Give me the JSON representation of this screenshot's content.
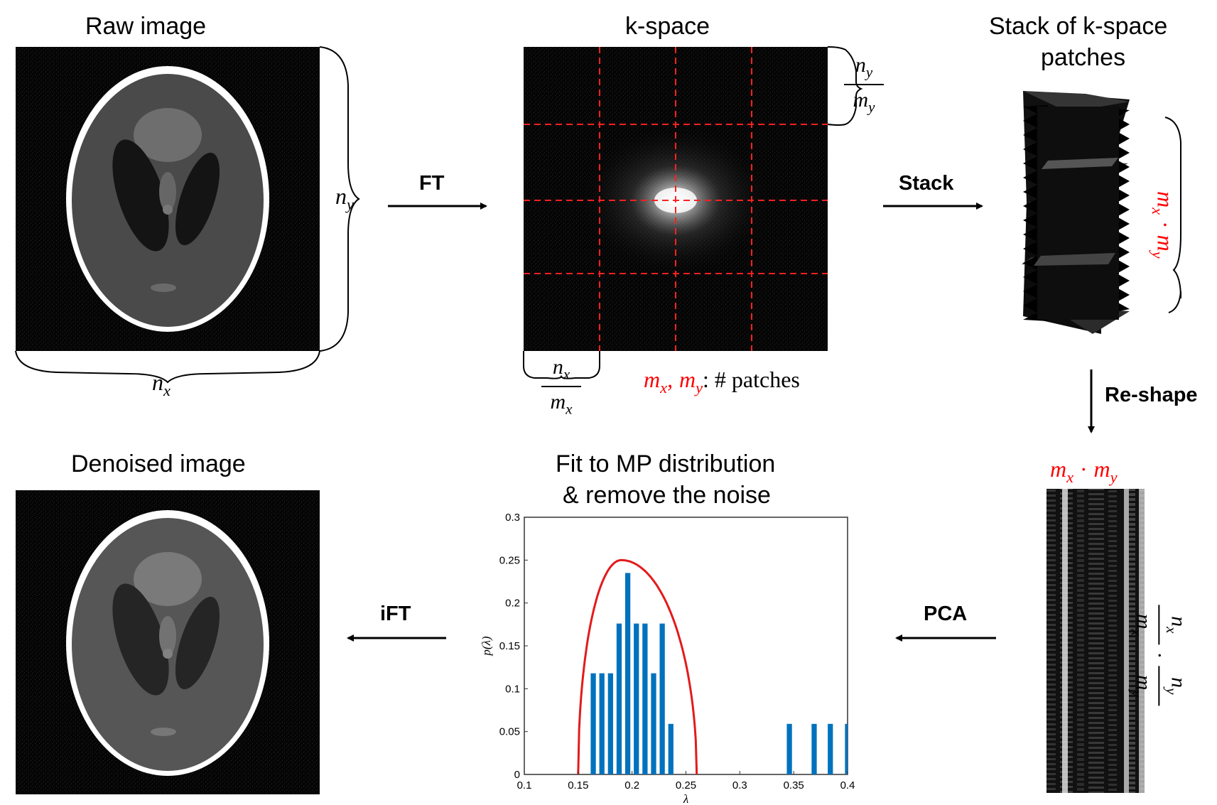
{
  "titles": {
    "raw": "Raw image",
    "kspace": "k-space",
    "stack_line1": "Stack of k-space",
    "stack_line2": "patches",
    "denoised": "Denoised image",
    "fit_line1": "Fit to MP distribution",
    "fit_line2": "& remove the noise"
  },
  "operations": {
    "ft": "FT",
    "stack": "Stack",
    "reshape": "Re-shape",
    "pca": "PCA",
    "ift": "iFT"
  },
  "math": {
    "n": "n",
    "m": "m",
    "x": "x",
    "y": "y",
    "dot": "·",
    "comma": ",",
    "patches_suffix": ": # patches"
  },
  "colors": {
    "accent_red": "#ff0000",
    "bar_blue": "#0072bd",
    "fit_curve": "#e31a1c",
    "grid_dash": "#ff2020"
  },
  "chart_data": {
    "type": "bar",
    "title": "",
    "xlabel": "λ",
    "ylabel": "p(λ)",
    "xlim": [
      0.1,
      0.4
    ],
    "ylim": [
      0,
      0.3
    ],
    "xticks": [
      "0.1",
      "0.15",
      "0.2",
      "0.25",
      "0.3",
      "0.35",
      "0.4"
    ],
    "yticks": [
      "0",
      "0.05",
      "0.1",
      "0.15",
      "0.2",
      "0.25",
      "0.3"
    ],
    "bar_width": 0.0048,
    "bars": [
      {
        "x": 0.164,
        "y": 0.118
      },
      {
        "x": 0.172,
        "y": 0.118
      },
      {
        "x": 0.18,
        "y": 0.118
      },
      {
        "x": 0.188,
        "y": 0.176
      },
      {
        "x": 0.196,
        "y": 0.235
      },
      {
        "x": 0.204,
        "y": 0.176
      },
      {
        "x": 0.212,
        "y": 0.176
      },
      {
        "x": 0.22,
        "y": 0.118
      },
      {
        "x": 0.228,
        "y": 0.176
      },
      {
        "x": 0.236,
        "y": 0.059
      },
      {
        "x": 0.346,
        "y": 0.059
      },
      {
        "x": 0.369,
        "y": 0.059
      },
      {
        "x": 0.384,
        "y": 0.059
      },
      {
        "x": 0.4,
        "y": 0.059
      }
    ],
    "mp_curve": {
      "lambda_min": 0.15,
      "lambda_max": 0.26,
      "peak_lambda": 0.19,
      "peak_value": 0.25
    }
  }
}
